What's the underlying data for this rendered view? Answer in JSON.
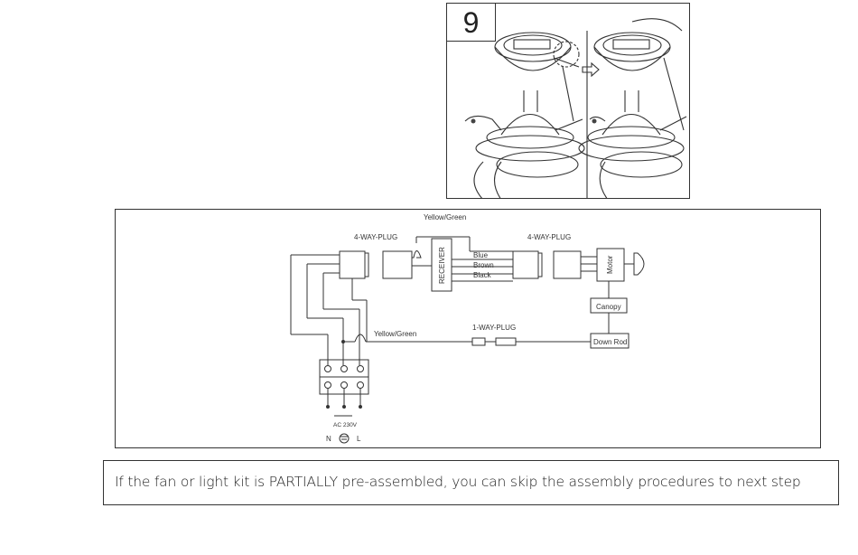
{
  "step": {
    "number": "9"
  },
  "wiring": {
    "labels": {
      "yellow_green_top": "Yellow/Green",
      "plug_left": "4-WAY-PLUG",
      "plug_right": "4-WAY-PLUG",
      "receiver": "RECEIVER",
      "blue": "Blue",
      "brown": "Brown",
      "black": "Black",
      "motor": "Motor",
      "canopy": "Canopy",
      "down_rod": "Down Rod",
      "yellow_green_bottom": "Yellow/Green",
      "one_way_plug": "1-WAY-PLUG",
      "ac": "AC 230V",
      "n": "N",
      "l": "L"
    }
  },
  "note": {
    "text": "If the fan or light kit is PARTIALLY pre-assembled, you can skip the assembly procedures to next step"
  }
}
